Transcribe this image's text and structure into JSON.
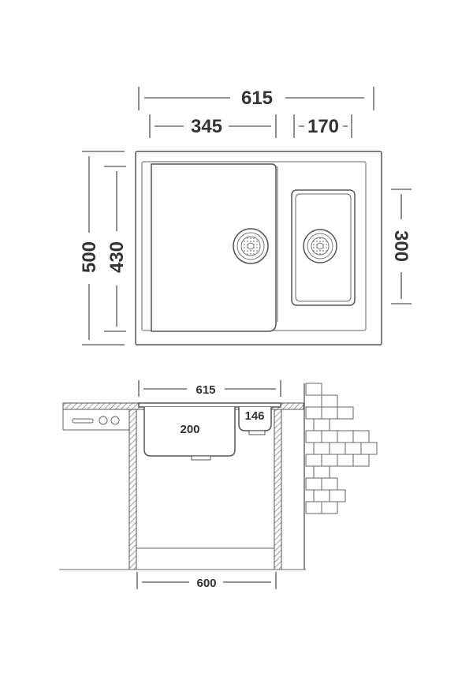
{
  "top_view": {
    "overall_width": "615",
    "left_bowl_width": "345",
    "right_bowl_width": "170",
    "overall_depth": "500",
    "left_bowl_depth": "430",
    "right_bowl_depth": "300"
  },
  "section_view": {
    "top_width": "615",
    "main_bowl_depth": "200",
    "small_bowl_depth": "146",
    "cabinet_width": "600"
  },
  "colors": {
    "line": "#555555",
    "text": "#333333",
    "hatch": "#888888"
  }
}
